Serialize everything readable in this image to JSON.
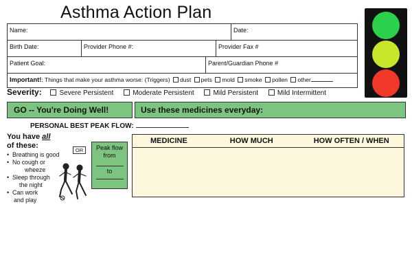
{
  "title": "Asthma Action Plan",
  "form": {
    "name": "Name:",
    "date": "Date:",
    "birth_date": "Birth Date:",
    "provider_phone": "Provider Phone #:",
    "provider_fax": "Provider Fax #",
    "patient_goal": "Patient Goal:",
    "parent_phone": "Parent/Guardian Phone #",
    "important_label": "Important!",
    "important_text": ": Things that make your asthma worse: (Triggers)",
    "triggers": [
      "dust",
      "pets",
      "mold",
      "smoke",
      "pollen",
      "other"
    ]
  },
  "severity": {
    "label": "Severity:",
    "options": [
      "Severe Persistent",
      "Moderate Persistent",
      "Mild Persistent",
      "Mild Intermittent"
    ]
  },
  "zone": {
    "left": "GO -- You're Doing Well!",
    "right": "Use these medicines everyday:",
    "color": "#7cc47f"
  },
  "peak_flow_label": "PERSONAL BEST PEAK FLOW:",
  "you_have": {
    "pre": "You have ",
    "emph": "all",
    "post": "of these:"
  },
  "bullets": [
    {
      "lines": [
        "Breathing is good"
      ]
    },
    {
      "lines": [
        "No cough or",
        "wheeze"
      ]
    },
    {
      "lines": [
        "Sleep through",
        "the night"
      ]
    },
    {
      "lines": [
        "Can work",
        "and play"
      ]
    }
  ],
  "or_label": "OR",
  "peak_box": {
    "line1": "Peak flow",
    "line2": "from",
    "to": "to"
  },
  "med_table": {
    "headers": [
      "MEDICINE",
      "HOW MUCH",
      "HOW OFTEN / WHEN"
    ]
  },
  "traffic_colors": {
    "green": "#2bd14c",
    "yellow": "#c9e72a",
    "red": "#f0382b"
  }
}
